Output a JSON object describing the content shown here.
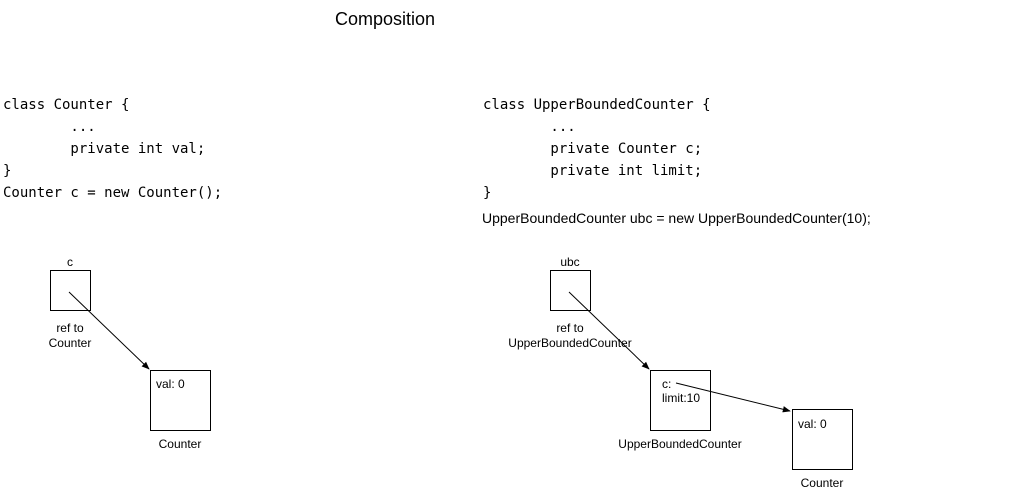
{
  "title": "Composition",
  "left": {
    "code": [
      "class Counter {",
      "        ...",
      "        private int val;",
      "}",
      "Counter c = new Counter();"
    ],
    "ref_name": "c",
    "ref_caption_line1": "ref to",
    "ref_caption_line2": "Counter",
    "object_field": "val: 0",
    "object_caption": "Counter"
  },
  "right": {
    "code": [
      "class UpperBoundedCounter {",
      "        ...",
      "        private Counter c;",
      "        private int limit;",
      "}"
    ],
    "instantiation": "UpperBoundedCounter ubc = new UpperBoundedCounter(10);",
    "ref_name": "ubc",
    "ref_caption_line1": "ref to",
    "ref_caption_line2": "UpperBoundedCounter",
    "outer_object_field1": "c:",
    "outer_object_field2": "limit:10",
    "outer_object_caption": "UpperBoundedCounter",
    "inner_object_field": "val: 0",
    "inner_object_caption": "Counter"
  }
}
